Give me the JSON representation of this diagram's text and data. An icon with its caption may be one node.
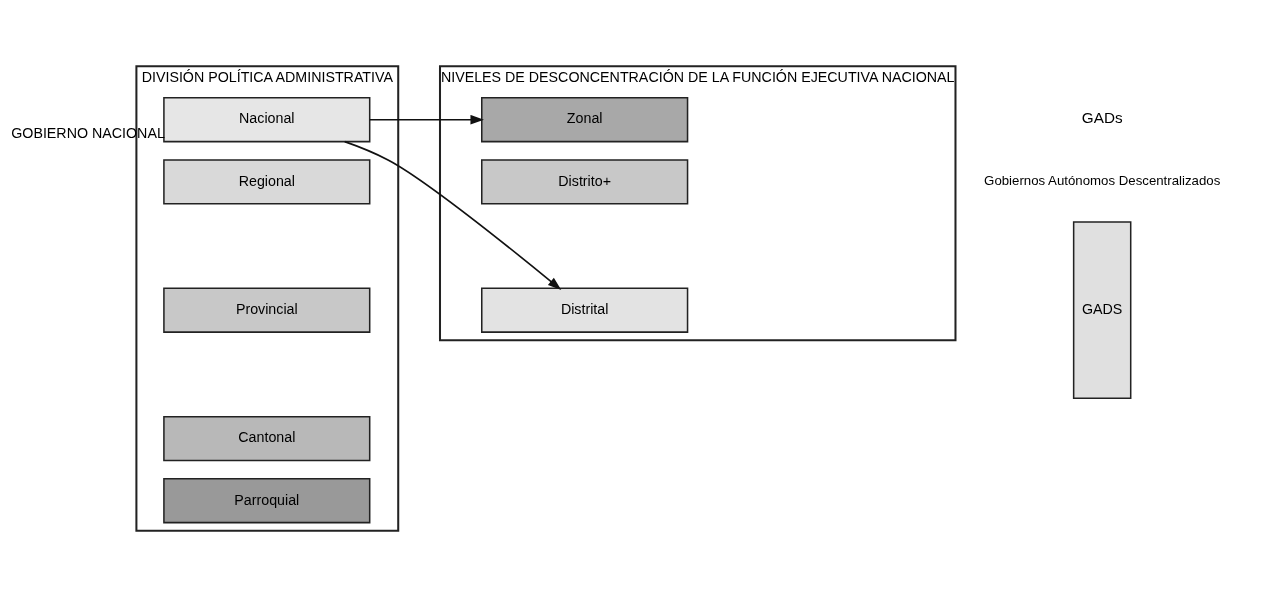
{
  "diagram": {
    "nodes": [
      {
        "text": [
          "DIVISIÓN POLÍTICA ADMINISTRATIVA"
        ]
      },
      {
        "text": [
          "Nacional"
        ],
        "in": 0,
        "beside": [
          "GOBIERNO NACIONAL"
        ]
      },
      {
        "text": [
          "Regional"
        ],
        "in": 0
      },
      {
        "text": [
          "Provincial"
        ],
        "in": 0
      },
      {
        "text": [
          "Cantonal"
        ],
        "in": 0
      },
      {
        "text": [
          "Parroquial"
        ],
        "in": 0
      },
      {
        "text": [
          "GADS"
        ]
      },
      {
        "text": [
          "NIVELES DE DESCONCENTRACIÓN DE LA FUNCIÓN EJECUTIVA NACIONAL"
        ]
      },
      {
        "text": [
          "Zonal"
        ],
        "in": 7
      },
      {
        "text": [
          "Distrito+"
        ],
        "in": 7
      },
      {
        "text": [
          "Distrital"
        ],
        "in": 7
      }
    ],
    "edges": [
      {
        "from": 1,
        "to": 8,
        "arrow": "to"
      },
      {
        "from": 1,
        "to": 10,
        "arrow": "to"
      }
    ],
    "labels": [
      "GADs",
      "Gobiernos Autónomos Descentralizados"
    ]
  }
}
